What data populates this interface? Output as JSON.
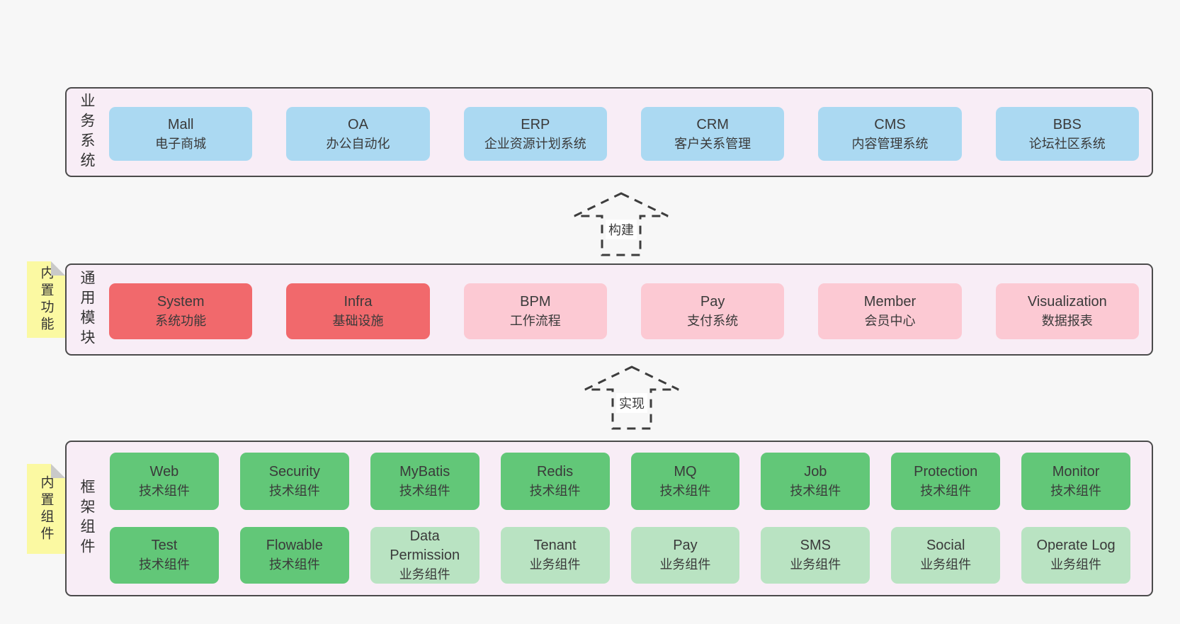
{
  "diagram": {
    "layers": {
      "business": {
        "label": "业务系统",
        "boxes": [
          {
            "title": "Mall",
            "subtitle": "电子商城",
            "variant": "blue"
          },
          {
            "title": "OA",
            "subtitle": "办公自动化",
            "variant": "blue"
          },
          {
            "title": "ERP",
            "subtitle": "企业资源计划系统",
            "variant": "blue"
          },
          {
            "title": "CRM",
            "subtitle": "客户关系管理",
            "variant": "blue"
          },
          {
            "title": "CMS",
            "subtitle": "内容管理系统",
            "variant": "blue"
          },
          {
            "title": "BBS",
            "subtitle": "论坛社区系统",
            "variant": "blue"
          }
        ]
      },
      "modules": {
        "label": "通用模块",
        "sticky": "内置功能",
        "boxes": [
          {
            "title": "System",
            "subtitle": "系统功能",
            "variant": "red"
          },
          {
            "title": "Infra",
            "subtitle": "基础设施",
            "variant": "red"
          },
          {
            "title": "BPM",
            "subtitle": "工作流程",
            "variant": "pink"
          },
          {
            "title": "Pay",
            "subtitle": "支付系统",
            "variant": "pink"
          },
          {
            "title": "Member",
            "subtitle": "会员中心",
            "variant": "pink"
          },
          {
            "title": "Visualization",
            "subtitle": "数据报表",
            "variant": "pink"
          }
        ]
      },
      "components": {
        "label": "框架组件",
        "sticky": "内置组件",
        "rows": [
          [
            {
              "title": "Web",
              "subtitle": "技术组件",
              "variant": "green"
            },
            {
              "title": "Security",
              "subtitle": "技术组件",
              "variant": "green"
            },
            {
              "title": "MyBatis",
              "subtitle": "技术组件",
              "variant": "green"
            },
            {
              "title": "Redis",
              "subtitle": "技术组件",
              "variant": "green"
            },
            {
              "title": "MQ",
              "subtitle": "技术组件",
              "variant": "green"
            },
            {
              "title": "Job",
              "subtitle": "技术组件",
              "variant": "green"
            },
            {
              "title": "Protection",
              "subtitle": "技术组件",
              "variant": "green"
            },
            {
              "title": "Monitor",
              "subtitle": "技术组件",
              "variant": "green"
            }
          ],
          [
            {
              "title": "Test",
              "subtitle": "技术组件",
              "variant": "green"
            },
            {
              "title": "Flowable",
              "subtitle": "技术组件",
              "variant": "green"
            },
            {
              "title": "Data Permission",
              "subtitle": "业务组件",
              "variant": "lgreen"
            },
            {
              "title": "Tenant",
              "subtitle": "业务组件",
              "variant": "lgreen"
            },
            {
              "title": "Pay",
              "subtitle": "业务组件",
              "variant": "lgreen"
            },
            {
              "title": "SMS",
              "subtitle": "业务组件",
              "variant": "lgreen"
            },
            {
              "title": "Social",
              "subtitle": "业务组件",
              "variant": "lgreen"
            },
            {
              "title": "Operate Log",
              "subtitle": "业务组件",
              "variant": "lgreen"
            }
          ]
        ]
      }
    },
    "arrows": {
      "build": "构建",
      "implement": "实现"
    },
    "colors": {
      "page_bg": "#f7f7f7",
      "panel_bg": "#f8edf6",
      "panel_border": "#4b4b4b",
      "blue": "#abd9f2",
      "red": "#f1696c",
      "pink": "#fcc9d3",
      "green": "#62c778",
      "light_green": "#b9e3c2",
      "sticky_yellow": "#fbf9a2",
      "sticky_fold": "#c9c9c9",
      "text": "#3a3a3a"
    }
  }
}
